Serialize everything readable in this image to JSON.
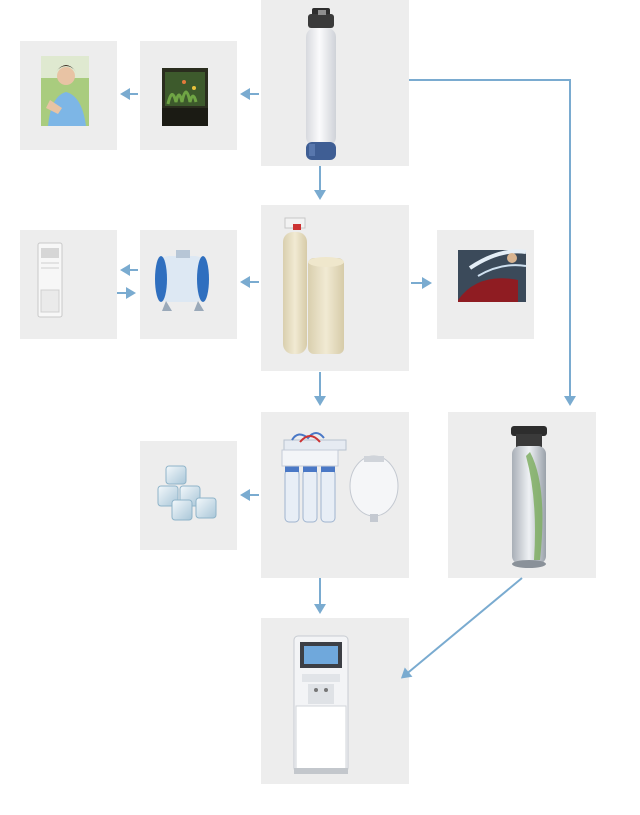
{
  "colors": {
    "panel": "#ededed",
    "arrow": "#7aabd0",
    "tank_body": "#f2f2f4",
    "tank_cap": "#3f5e94",
    "beige": "#e9e1c6",
    "filter_housing": "#e8eef6",
    "cartridge_green": "#7fae63",
    "sky_blue": "#6fa8dc"
  },
  "diagram": {
    "nodes": [
      {
        "id": "person-photo",
        "icon": "woman-photo-icon"
      },
      {
        "id": "aquarium",
        "icon": "aquarium-icon"
      },
      {
        "id": "whole-house-filter",
        "icon": "filter-tank-icon"
      },
      {
        "id": "air-conditioner",
        "icon": "ac-unit-icon"
      },
      {
        "id": "boiler",
        "icon": "boiler-icon"
      },
      {
        "id": "water-softener",
        "icon": "softener-icon"
      },
      {
        "id": "car-wash",
        "icon": "car-wash-icon"
      },
      {
        "id": "ice-cubes",
        "icon": "ice-cubes-icon"
      },
      {
        "id": "ro-system",
        "icon": "ro-system-icon"
      },
      {
        "id": "undersink-filter",
        "icon": "cartridge-filter-icon"
      },
      {
        "id": "water-dispenser",
        "icon": "dispenser-icon"
      }
    ],
    "edges": [
      {
        "from": "whole-house-filter",
        "to": "aquarium"
      },
      {
        "from": "aquarium",
        "to": "person-photo"
      },
      {
        "from": "whole-house-filter",
        "to": "water-softener"
      },
      {
        "from": "whole-house-filter",
        "to": "undersink-filter"
      },
      {
        "from": "water-softener",
        "to": "boiler"
      },
      {
        "from": "water-softener",
        "to": "car-wash"
      },
      {
        "from": "boiler",
        "to": "air-conditioner"
      },
      {
        "from": "air-conditioner",
        "to": "boiler"
      },
      {
        "from": "water-softener",
        "to": "ro-system"
      },
      {
        "from": "ro-system",
        "to": "ice-cubes"
      },
      {
        "from": "ro-system",
        "to": "water-dispenser"
      },
      {
        "from": "undersink-filter",
        "to": "water-dispenser"
      }
    ]
  }
}
